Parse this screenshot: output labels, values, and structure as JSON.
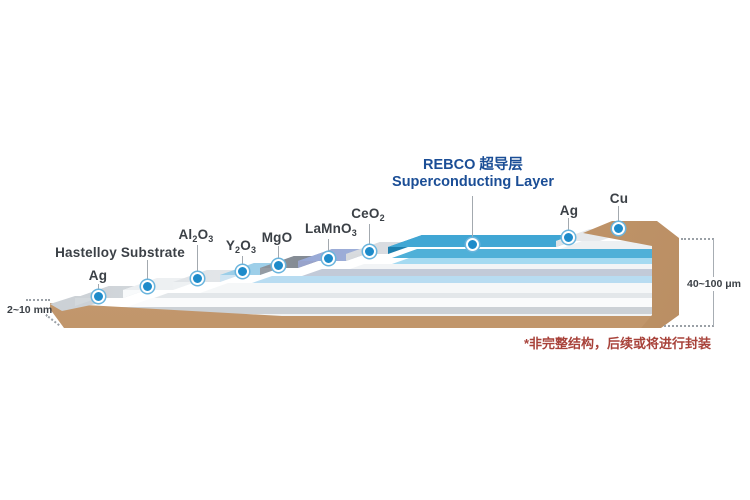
{
  "diagram": {
    "title_layer": {
      "line1": "REBCO 超导层",
      "line2": "Superconducting Layer"
    },
    "layers": [
      {
        "id": "ag-bottom",
        "parts": [
          {
            "t": "Ag"
          }
        ]
      },
      {
        "id": "hastelloy",
        "parts": [
          {
            "t": "Hastelloy Substrate"
          }
        ]
      },
      {
        "id": "al2o3",
        "parts": [
          {
            "t": "Al"
          },
          {
            "t": "2",
            "sub": true
          },
          {
            "t": "O"
          },
          {
            "t": "3",
            "sub": true
          }
        ]
      },
      {
        "id": "y2o3",
        "parts": [
          {
            "t": "Y"
          },
          {
            "t": "2",
            "sub": true
          },
          {
            "t": "O"
          },
          {
            "t": "3",
            "sub": true
          }
        ]
      },
      {
        "id": "mgo",
        "parts": [
          {
            "t": "MgO"
          }
        ]
      },
      {
        "id": "lamno3",
        "parts": [
          {
            "t": "LaMnO"
          },
          {
            "t": "3",
            "sub": true
          }
        ]
      },
      {
        "id": "ceo2",
        "parts": [
          {
            "t": "CeO"
          },
          {
            "t": "2",
            "sub": true
          }
        ]
      },
      {
        "id": "rebco",
        "two_line": true
      },
      {
        "id": "ag-top",
        "parts": [
          {
            "t": "Ag"
          }
        ]
      },
      {
        "id": "cu",
        "parts": [
          {
            "t": "Cu"
          }
        ]
      }
    ],
    "annotations": {
      "tape_width": "2~10 mm",
      "tape_thickness": "40~100 μm",
      "footnote": "*非完整结构，后续或将进行封装"
    },
    "colors": {
      "copper": "#c59a6e",
      "silver": "#dfe3e6",
      "substrate_white": "#f7f8f9",
      "y2o3_blue": "#a6d3ea",
      "mgo_gray": "#80868f",
      "lamno3_violet": "#7b87c6",
      "ceo2_gray": "#d7d9dc",
      "rebco_teal_dark": "#1f86bb",
      "rebco_teal_light": "#7ed2ef",
      "dot_blue": "#1e8bca",
      "label_dark": "#3b4046",
      "rebco_navy": "#1b4e96",
      "footnote_red": "#a8423a"
    }
  }
}
